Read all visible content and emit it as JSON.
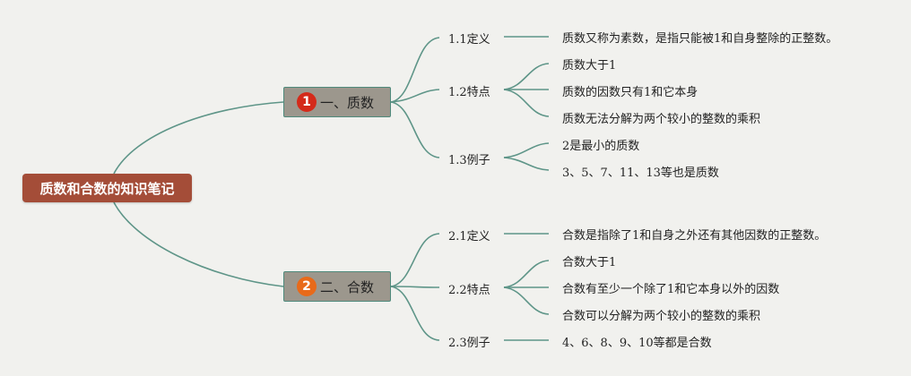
{
  "root": "质数和合数的知识笔记",
  "colors": {
    "root": "#a44d38",
    "branch_bg": "#9c978d",
    "line": "#5e9588",
    "badge1": "#d42a1a",
    "badge2": "#e86a1a"
  },
  "branches": [
    {
      "badge": "1",
      "label": "一、质数",
      "subs": [
        {
          "label": "1.1定义",
          "leaves": [
            "质数又称为素数，是指只能被1和自身整除的正整数。"
          ]
        },
        {
          "label": "1.2特点",
          "leaves": [
            "质数大于1",
            "质数的因数只有1和它本身",
            "质数无法分解为两个较小的整数的乘积"
          ]
        },
        {
          "label": "1.3例子",
          "leaves": [
            "2是最小的质数",
            "3、5、7、11、13等也是质数"
          ]
        }
      ]
    },
    {
      "badge": "2",
      "label": "二、合数",
      "subs": [
        {
          "label": "2.1定义",
          "leaves": [
            "合数是指除了1和自身之外还有其他因数的正整数。"
          ]
        },
        {
          "label": "2.2特点",
          "leaves": [
            "合数大于1",
            "合数有至少一个除了1和它本身以外的因数",
            "合数可以分解为两个较小的整数的乘积"
          ]
        },
        {
          "label": "2.3例子",
          "leaves": [
            "4、6、8、9、10等都是合数"
          ]
        }
      ]
    }
  ]
}
